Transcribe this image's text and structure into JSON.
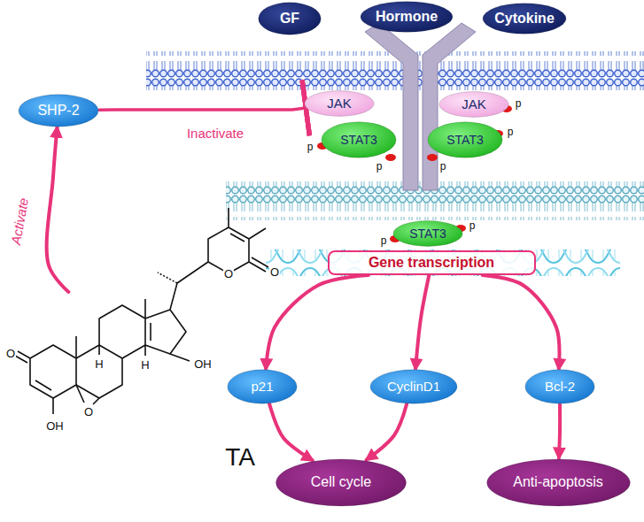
{
  "diagram": {
    "nodes": [
      {
        "text": [
          "GF"
        ]
      },
      {
        "text": [
          "Hormone"
        ]
      },
      {
        "text": [
          "Cytokine"
        ]
      },
      {
        "text": [
          "SHP-2"
        ]
      },
      {
        "text": [
          "JAK"
        ]
      },
      {
        "text": [
          "JAK"
        ]
      },
      {
        "text": [
          "STAT3"
        ]
      },
      {
        "text": [
          "STAT3"
        ]
      },
      {
        "text": [
          "STAT3"
        ]
      },
      {
        "text": [
          "Gene transcription"
        ]
      },
      {
        "text": [
          "p21"
        ]
      },
      {
        "text": [
          "CyclinD1"
        ]
      },
      {
        "text": [
          "Bcl-2"
        ]
      },
      {
        "text": [
          "TA"
        ]
      },
      {
        "text": [
          "Cell cycle"
        ]
      },
      {
        "text": [
          "Anti-apoptosis"
        ]
      }
    ],
    "edges": [
      {
        "from": 13,
        "to": 3,
        "arrow": "to",
        "label": "Activate"
      },
      {
        "from": 3,
        "to": 4,
        "arrow": "to",
        "label": "Inactivate"
      },
      {
        "from": 9,
        "to": 10,
        "arrow": "to"
      },
      {
        "from": 9,
        "to": 11,
        "arrow": "to"
      },
      {
        "from": 9,
        "to": 12,
        "arrow": "to"
      },
      {
        "from": 10,
        "to": 14,
        "arrow": "to"
      },
      {
        "from": 11,
        "to": 14,
        "arrow": "to"
      },
      {
        "from": 12,
        "to": 15,
        "arrow": "to"
      }
    ],
    "labels": [
      "p",
      "p",
      "p",
      "p",
      "p",
      "p",
      "p",
      "O",
      "O",
      "OH",
      "H",
      "H",
      "OH",
      "O",
      "O"
    ]
  }
}
